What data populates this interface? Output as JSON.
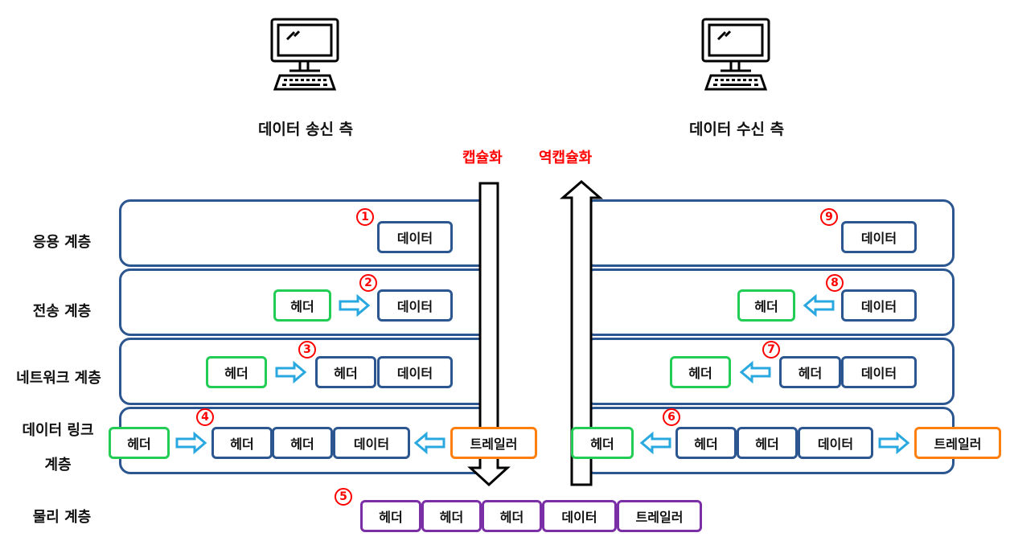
{
  "hosts": {
    "sender_label": "데이터 송신 측",
    "receiver_label": "데이터 수신 측"
  },
  "process": {
    "encapsulation": "캡슐화",
    "decapsulation": "역캡슐화"
  },
  "layers": {
    "application": "응용 계층",
    "transport": "전송 계층",
    "network": "네트워크 계층",
    "datalink_line1": "데이터 링크",
    "datalink_line2": "계층",
    "physical": "물리 계층"
  },
  "units": {
    "header": "헤더",
    "data": "데이터",
    "trailer": "트레일러"
  },
  "steps": [
    "1",
    "2",
    "3",
    "4",
    "5",
    "6",
    "7",
    "8",
    "9"
  ],
  "colors": {
    "layer_border": "#2b5690",
    "header_new": "#22cc55",
    "trailer": "#ff7f0e",
    "physical_frame": "#7b2fa6",
    "step_marker": "#ff0000",
    "flow_arrow": "#29a8e0"
  },
  "icons": [
    "computer-icon",
    "computer-icon"
  ]
}
